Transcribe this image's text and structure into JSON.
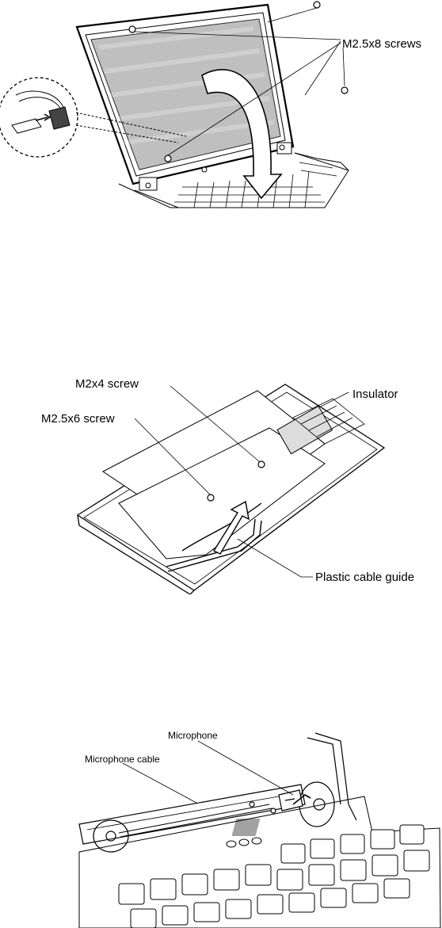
{
  "figure1": {
    "callout_screws": "M2.5x8 screws",
    "icon": "screw-icon"
  },
  "figure2": {
    "callout_m2x4": "M2x4 screw",
    "callout_m25x6": "M2.5x6 screw",
    "callout_insulator": "Insulator",
    "callout_cable_guide": "Plastic cable guide"
  },
  "figure3": {
    "callout_microphone": "Microphone",
    "callout_microphone_cable": "Microphone cable"
  }
}
